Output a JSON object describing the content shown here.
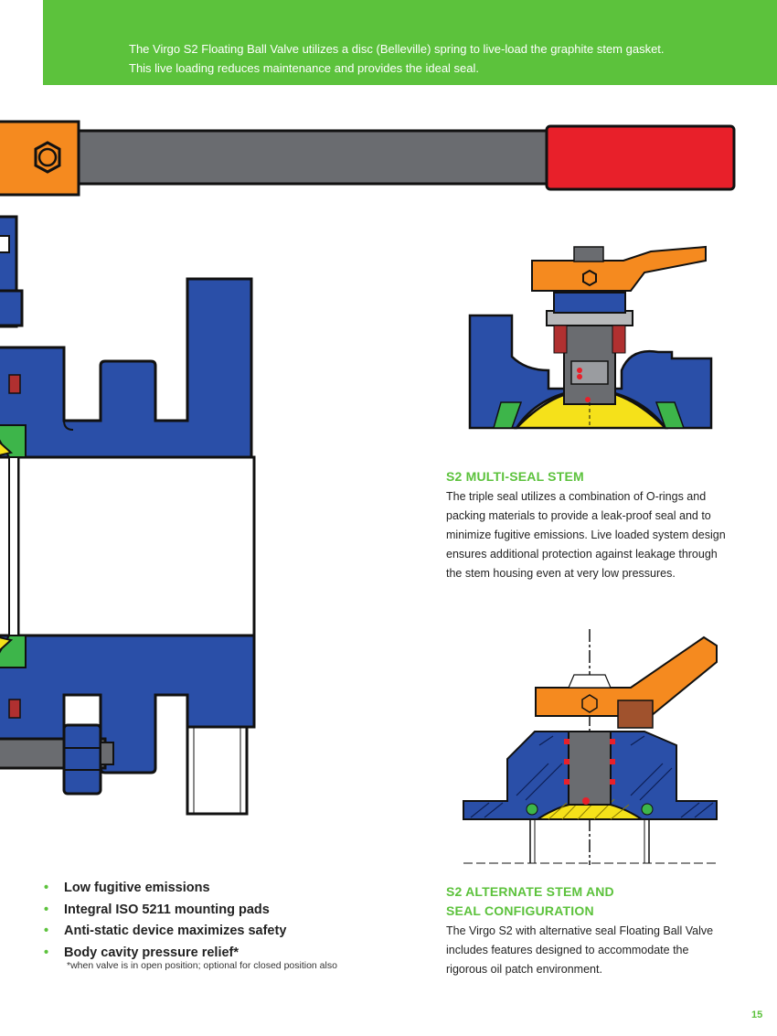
{
  "banner": {
    "line1": "The Virgo S2 Floating Ball Valve utilizes a disc (Belleville) spring to live-load the graphite stem gasket.",
    "line2": "This live loading reduces maintenance and provides the ideal seal."
  },
  "multi_seal": {
    "heading": "S2 MULTI-SEAL STEM",
    "lines": [
      "The triple seal utilizes a combination of O-rings and",
      "packing materials to provide a leak-proof seal and to",
      "minimize fugitive emissions. Live loaded system design",
      "ensures additional protection against leakage through",
      "the stem housing even at very low pressures."
    ]
  },
  "alternate": {
    "heading_line1": "S2 ALTERNATE STEM AND",
    "heading_line2": "SEAL CONFIGURATION",
    "lines": [
      "The Virgo S2 with alternative seal Floating Ball Valve",
      "includes features designed to accommodate the",
      "rigorous oil patch environment."
    ]
  },
  "features": {
    "bullet_glyph": "•",
    "items": [
      "Low fugitive emissions",
      "Integral ISO 5211 mounting pads",
      "Anti-static device maximizes safety",
      "Body cavity pressure relief*"
    ],
    "footnote": "*when valve is in open position; optional for closed position also"
  },
  "page_number": "15",
  "colors": {
    "brand_green": "#5cc23c",
    "valve_blue": "#2a4fa8",
    "handle_orange": "#f58a1f",
    "grip_red": "#e8202a",
    "ball_yellow": "#f5e11a",
    "seal_green": "#3db54a"
  }
}
